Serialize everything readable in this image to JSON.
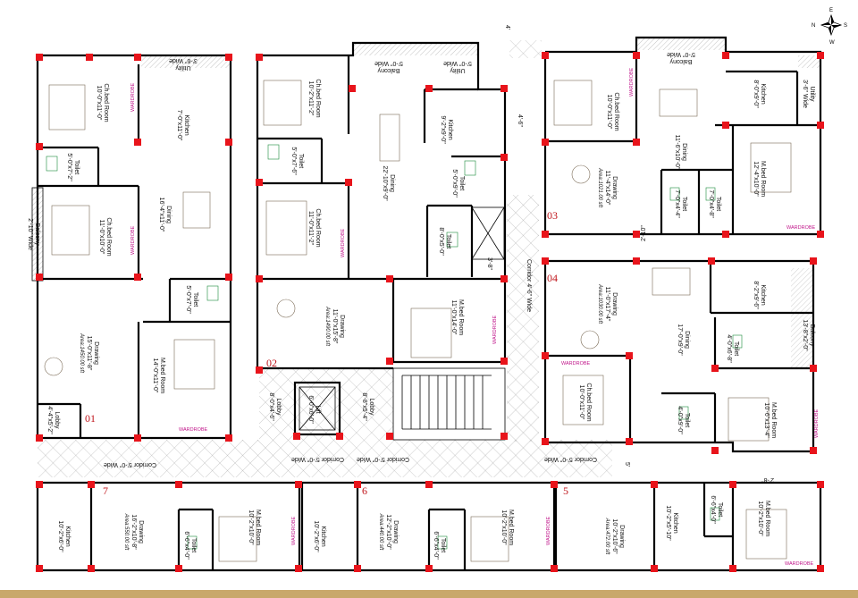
{
  "compass": {
    "n": "N",
    "s": "S",
    "e": "E",
    "w": "W"
  },
  "units": [
    "01",
    "02",
    "03",
    "04",
    "5",
    "6",
    "7"
  ],
  "rooms": {
    "u1_chbed1": {
      "name": "Ch.bed Room",
      "dim": "10'-0\"x11'-0\""
    },
    "u1_utility": {
      "name": "Utility",
      "dim": "3'-6\" Wide"
    },
    "u1_kitchen": {
      "name": "Kitchen",
      "dim": "7'-0\"x11'-0\""
    },
    "u1_toilet1": {
      "name": "Toilet",
      "dim": "5'-0\"x7'-2\""
    },
    "u1_dining": {
      "name": "Dining",
      "dim": "16'-4\"x11'-0\""
    },
    "u1_balcony": {
      "name": "Balcony",
      "dim": "2'-10\" Wide"
    },
    "u1_chbed2": {
      "name": "Ch.bed Room",
      "dim": "11'-0\"x10'-0\""
    },
    "u1_toilet2": {
      "name": "Toilet",
      "dim": "5'-0\"x7'-0\""
    },
    "u1_drawing": {
      "name": "Drawing",
      "dim": "15'-0\"x11'-8\"",
      "area": "Area:1450.00 sft"
    },
    "u1_mbed": {
      "name": "M.bed Room",
      "dim": "14'-0\"x11'-0\""
    },
    "u1_lobby": {
      "name": "Lobby",
      "dim": "4'-4\"x5'-2\""
    },
    "u2_chbed1": {
      "name": "Ch.bed Room",
      "dim": "10'-2\"x11'-2\""
    },
    "u2_utility": {
      "name": "Utility",
      "dim": "5'-0\" Wide"
    },
    "u2_balcony": {
      "name": "Balcony",
      "dim": "5'-0\" Wide"
    },
    "u2_toilet1": {
      "name": "Toilet",
      "dim": "5'-0\"x7'-6\""
    },
    "u2_kitchen": {
      "name": "Kitchen",
      "dim": "9'-2\"x9'-0\""
    },
    "u2_dining": {
      "name": "Dining",
      "dim": "22'-10\"x9'-0\""
    },
    "u2_toilet2": {
      "name": "Toilet",
      "dim": "5'-0\"x9'-0\""
    },
    "u2_chbed2": {
      "name": "Ch.bed Room",
      "dim": "11'-0\"x11'-2\""
    },
    "u2_toilet3": {
      "name": "Toilet",
      "dim": "8'-0\"x5'-0\""
    },
    "u2_duct": {
      "name": "",
      "dim": "3'-8\""
    },
    "u2_drawing": {
      "name": "Drawing",
      "dim": "11'-0\"x15'-8\"",
      "area": "Area:1490.00 sft"
    },
    "u2_mbed": {
      "name": "M.bed Room",
      "dim": "11'-0\"x14'-0\""
    },
    "lift": {
      "name": "Lift",
      "dim": "6'-0\"x6'-0\""
    },
    "lobby_a": {
      "name": "Lobby",
      "dim": "8'-0\"x4'-6\""
    },
    "lobby_b": {
      "name": "Lobby",
      "dim": "8'-8\"x5'-4\""
    },
    "u3_chbed": {
      "name": "Ch.bed Room",
      "dim": "10'-0\"x11'-0\""
    },
    "u3_balcony": {
      "name": "Balcony",
      "dim": "5'-0\" Wide"
    },
    "u3_kitchen": {
      "name": "Kitchen",
      "dim": "8'-0\"x9'-0\""
    },
    "u3_utility": {
      "name": "Utility",
      "dim": "3'-6\" Wide"
    },
    "u3_dining": {
      "name": "Dining",
      "dim": "11'-6\"x10'-0\""
    },
    "u3_drawing": {
      "name": "Drawing",
      "dim": "11'-4\"x14'-0\"",
      "area": "Area:1021.00 sft"
    },
    "u3_toilet1": {
      "name": "Toilet",
      "dim": "7'-0\"x4'-4\""
    },
    "u3_toilet2": {
      "name": "Toilet",
      "dim": "7'-0\"x4'-8\""
    },
    "u3_mbed": {
      "name": "M.bed Room",
      "dim": "12'-4\"x10'-0\""
    },
    "u4_drawing": {
      "name": "Drawing",
      "dim": "11'-0\"x17'-4\"",
      "area": "Area:1030.00 sft"
    },
    "u4_kitchen": {
      "name": "Kitchen",
      "dim": "8'-2\"x9'-6\""
    },
    "u4_dining": {
      "name": "Dining",
      "dim": "17'-0\"x9'-0\""
    },
    "u4_toilet1": {
      "name": "Toilet",
      "dim": "4'-0\"x6'-8\""
    },
    "u4_balcony": {
      "name": "Balcony",
      "dim": "13'-8\"x2'-0\""
    },
    "u4_chbed": {
      "name": "Ch.bed Room",
      "dim": "10'-0\"x11'-0\""
    },
    "u4_toilet2": {
      "name": "Toilet",
      "dim": "4'-0\"x9'-0\""
    },
    "u4_mbed": {
      "name": "M.bed Room",
      "dim": "10'-6\"x13'-4\""
    },
    "u7_kitchen": {
      "name": "Kitchen",
      "dim": "10'-2\"x6'-0\""
    },
    "u7_drawing": {
      "name": "Drawing",
      "dim": "16'-2\"x10'-8\"",
      "area": "Area:550.00 sft"
    },
    "u7_toilet": {
      "name": "Toilet",
      "dim": "6'-6\"x4'-0\""
    },
    "u7_mbed": {
      "name": "M.bed Room",
      "dim": "10'-2\"x10'-0\""
    },
    "u6_kitchen": {
      "name": "Kitchen",
      "dim": "10'-2\"x6'-0\""
    },
    "u6_drawing": {
      "name": "Drawing",
      "dim": "12'-2\"x10'-0\"",
      "area": "Area:440.00 sft"
    },
    "u6_toilet": {
      "name": "Toilet",
      "dim": "6'-6\"x4'-0\""
    },
    "u6_mbed": {
      "name": "M.bed Room",
      "dim": "10'-2\"x10'-0\""
    },
    "u5_drawing": {
      "name": "Drawing",
      "dim": "10'-2\"x10'-6\"",
      "area": "Area:472.00 sft"
    },
    "u5_kitchen": {
      "name": "Kitchen",
      "dim": "10'-2\"x5'-10\""
    },
    "u5_toilet": {
      "name": "Toilet",
      "dim": "6'-6\"x4'-0\""
    },
    "u5_mbed": {
      "name": "M.bed Room",
      "dim": "10'-2\"x10'-0\""
    }
  },
  "wardrobe": "WARDROBE",
  "corridors": {
    "main_left": "Corridor 5'-0\" Wide",
    "main_mid1": "Corridor 5'-0\" Wide",
    "main_mid2": "Corridor 5'-0\" Wide",
    "main_right": "Corridor 5'-0\" Wide",
    "vertical": "Corridor 4'-6\" Wide"
  },
  "dims": {
    "d1": "4'-6\"",
    "d2": "2'-10\"",
    "d3": "2'-8\"",
    "d4": "5'",
    "d5": "4'"
  },
  "colors": {
    "column": "#e8141b",
    "wardrobe": "#c0158a",
    "unit_number": "#c0161c",
    "furniture": "#7a6a55",
    "sanitary": "#1a8a3a",
    "floor_band": "#c9a86b"
  }
}
